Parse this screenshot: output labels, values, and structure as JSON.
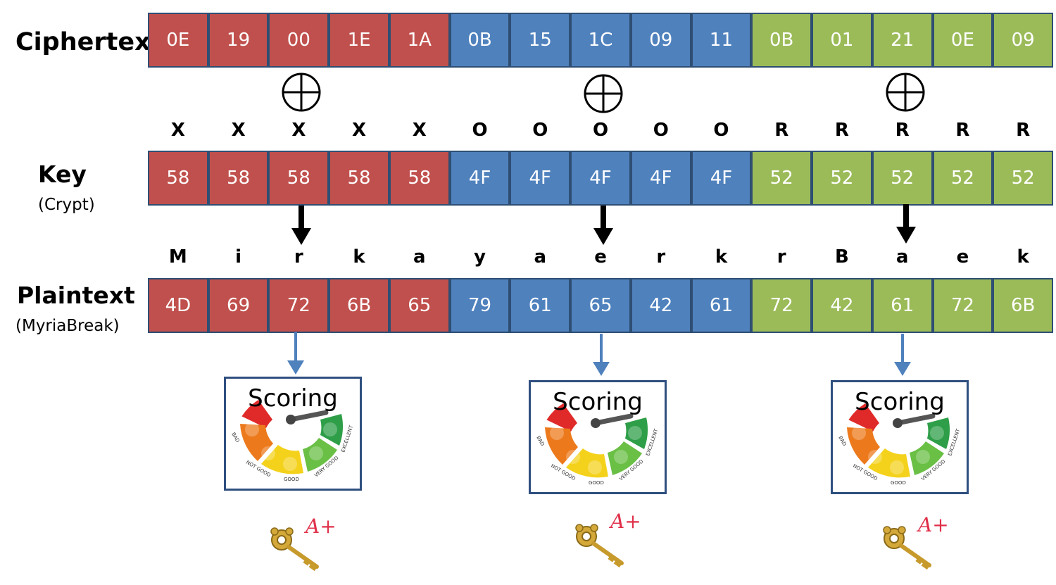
{
  "labels": {
    "ciphertext": "Ciphertext",
    "key": "Key",
    "key_sub": "(Crypt)",
    "plaintext": "Plaintext",
    "plaintext_sub": "(MyriaBreak)"
  },
  "ciphertext": {
    "red": [
      "0E",
      "19",
      "00",
      "1E",
      "1A"
    ],
    "blue": [
      "0B",
      "15",
      "1C",
      "09",
      "11"
    ],
    "green": [
      "0B",
      "01",
      "21",
      "0E",
      "09"
    ]
  },
  "key_chars": [
    "X",
    "X",
    "X",
    "X",
    "X",
    "O",
    "O",
    "O",
    "O",
    "O",
    "R",
    "R",
    "R",
    "R",
    "R"
  ],
  "key_bytes": {
    "red": [
      "58",
      "58",
      "58",
      "58",
      "58"
    ],
    "blue": [
      "4F",
      "4F",
      "4F",
      "4F",
      "4F"
    ],
    "green": [
      "52",
      "52",
      "52",
      "52",
      "52"
    ]
  },
  "plain_chars": [
    "M",
    "i",
    "r",
    "k",
    "a",
    "y",
    "a",
    "e",
    "r",
    "k",
    "r",
    "B",
    "a",
    "e",
    "k"
  ],
  "plain_bytes": {
    "red": [
      "4D",
      "69",
      "72",
      "6B",
      "65"
    ],
    "blue": [
      "79",
      "61",
      "65",
      "42",
      "61"
    ],
    "green": [
      "72",
      "42",
      "61",
      "72",
      "6B"
    ]
  },
  "scoring": {
    "title": "Scoring",
    "scale": [
      "BAD",
      "NOT GOOD",
      "GOOD",
      "VERY GOOD",
      "EXCELLENT"
    ],
    "grade": "A+"
  },
  "colors": {
    "red": "#c0504d",
    "blue": "#4f81bd",
    "green": "#9bbb59",
    "border": "#2e4e73"
  },
  "icons": [
    "xor-icon",
    "down-arrow-icon",
    "gauge-icon",
    "key-icon"
  ]
}
